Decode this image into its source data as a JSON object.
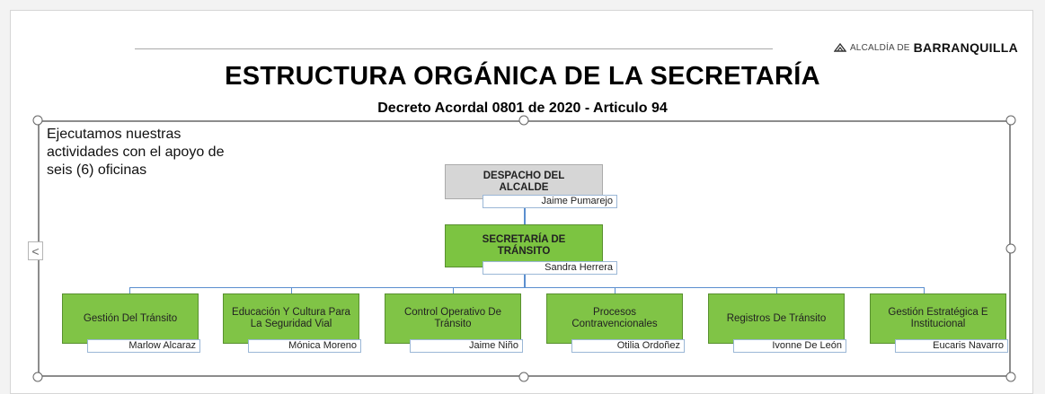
{
  "header": {
    "brand_prefix": "ALCALDÍA DE",
    "brand_name": "BARRANQUILLA",
    "title": "ESTRUCTURA ORGÁNICA DE LA SECRETARÍA",
    "subtitle": "Decreto Acordal 0801 de 2020 - Articulo 94"
  },
  "note": "Ejecutamos nuestras actividades con el apoyo de seis (6) oficinas",
  "nav": {
    "prev_icon": "<"
  },
  "org": {
    "top": {
      "title": "DESPACHO DEL ALCALDE",
      "person": "Jaime Pumarejo"
    },
    "secretary": {
      "title": "SECRETARÍA DE TRÁNSITO",
      "person": "Sandra Herrera"
    },
    "offices": [
      {
        "title": "Gestión Del Tránsito",
        "person": "Marlow Alcaraz"
      },
      {
        "title": "Educación Y Cultura Para La Seguridad Vial",
        "person": "Mónica Moreno"
      },
      {
        "title": "Control Operativo De Tránsito",
        "person": "Jaime Niño"
      },
      {
        "title": "Procesos Contravencionales",
        "person": "Otilia Ordoñez"
      },
      {
        "title": "Registros De Tránsito",
        "person": "Ivonne De León"
      },
      {
        "title": "Gestión Estratégica E Institucional",
        "person": "Eucaris Navarro"
      }
    ]
  },
  "colors": {
    "office_green": "#80c446",
    "top_gray": "#d6d6d6",
    "connector_blue": "#5b8fcf"
  }
}
